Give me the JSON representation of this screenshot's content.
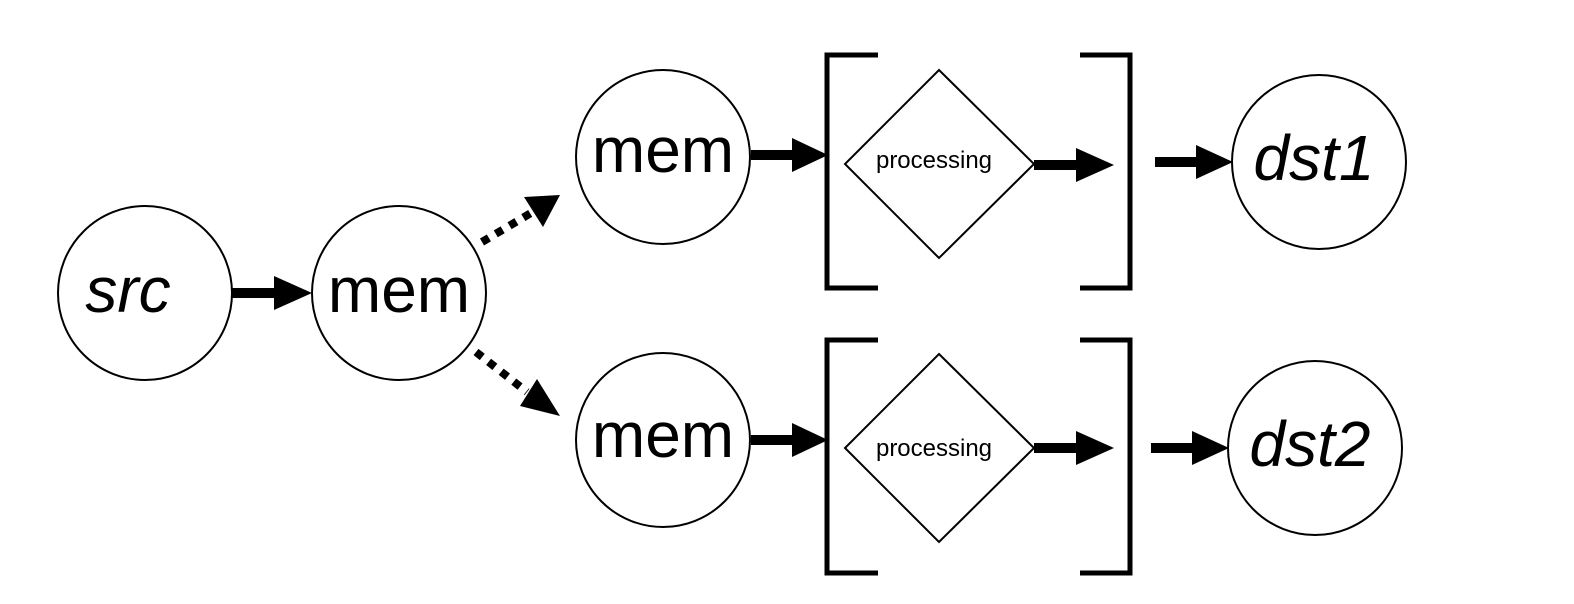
{
  "nodes": {
    "src": "src",
    "mem_root": "mem",
    "mem_top": "mem",
    "mem_bottom": "mem",
    "proc_top": "processing",
    "proc_bottom": "processing",
    "dst1": "dst1",
    "dst2": "dst2"
  },
  "colors": {
    "stroke": "#000000",
    "fill": "#ffffff"
  }
}
